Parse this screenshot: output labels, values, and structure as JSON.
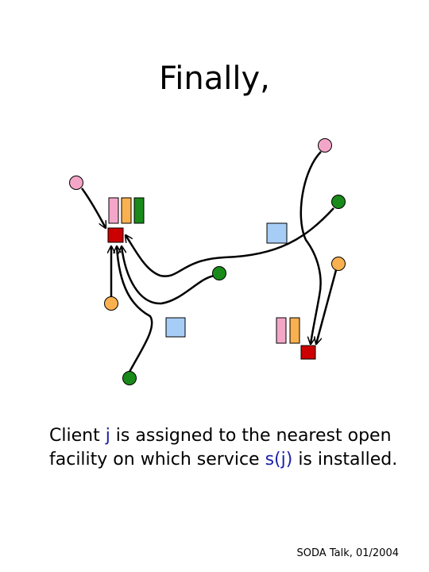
{
  "slide": {
    "title": "Finally,",
    "caption": {
      "part1": "Client ",
      "var_j": "j",
      "part2": " is assigned to the nearest open facility on which service ",
      "var_sj": "s(j)",
      "part3": " is installed."
    },
    "footer": "SODA Talk, 01/2004"
  },
  "colors": {
    "pink": "#f4a6c8",
    "orange": "#f9b150",
    "green": "#1a8a1a",
    "blue_square": "#a6cdf6",
    "facility": "#cc0000",
    "highlight_text": "#1a22a8"
  }
}
